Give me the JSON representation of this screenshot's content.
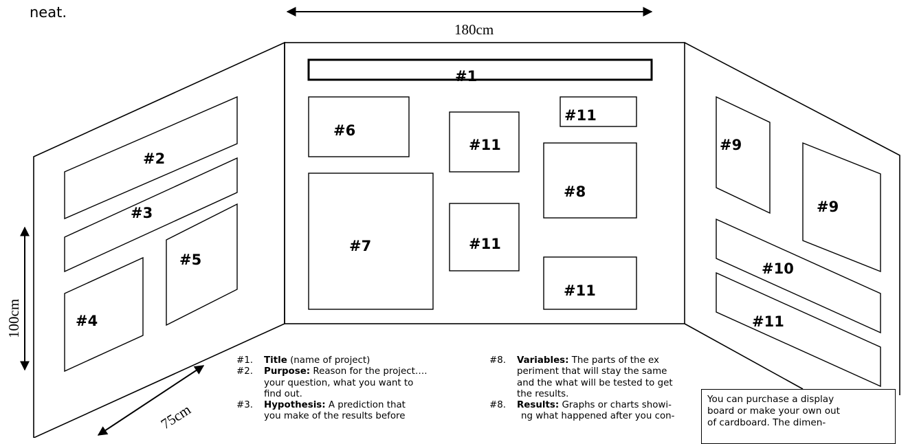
{
  "intro_text": "neat.",
  "dimensions": {
    "width": "180cm",
    "height": "100cm",
    "depth": "75cm"
  },
  "section_labels": {
    "s1": "#1",
    "s2": "#2",
    "s3": "#3",
    "s4": "#4",
    "s5": "#5",
    "s6": "#6",
    "s7": "#7",
    "s8": "#8",
    "s9": "#9",
    "s10": "#10",
    "s11": "#11"
  },
  "legend_left": [
    {
      "num": "#1.",
      "term": "Title",
      "lines": [
        " (name of project)"
      ]
    },
    {
      "num": "#2.",
      "term": "Purpose:",
      "lines": [
        " Reason for the project….",
        "your question, what you want to",
        "find out."
      ]
    },
    {
      "num": "#3.",
      "term": "Hypothesis:",
      "lines": [
        " A prediction that",
        "you make of the results before"
      ]
    }
  ],
  "legend_right": [
    {
      "num": "#8.",
      "term": "Variables:",
      "lines": [
        " The parts of the ex",
        "periment that will stay the same",
        "and the what will be tested to get",
        "the results."
      ]
    },
    {
      "num": "#8.",
      "term": "Results:",
      "lines": [
        " Graphs or charts showi-",
        "ng what happened after you con-"
      ]
    }
  ],
  "note_lines": [
    "You can purchase a display",
    "board or make your own out",
    "of cardboard. The dimen-"
  ]
}
